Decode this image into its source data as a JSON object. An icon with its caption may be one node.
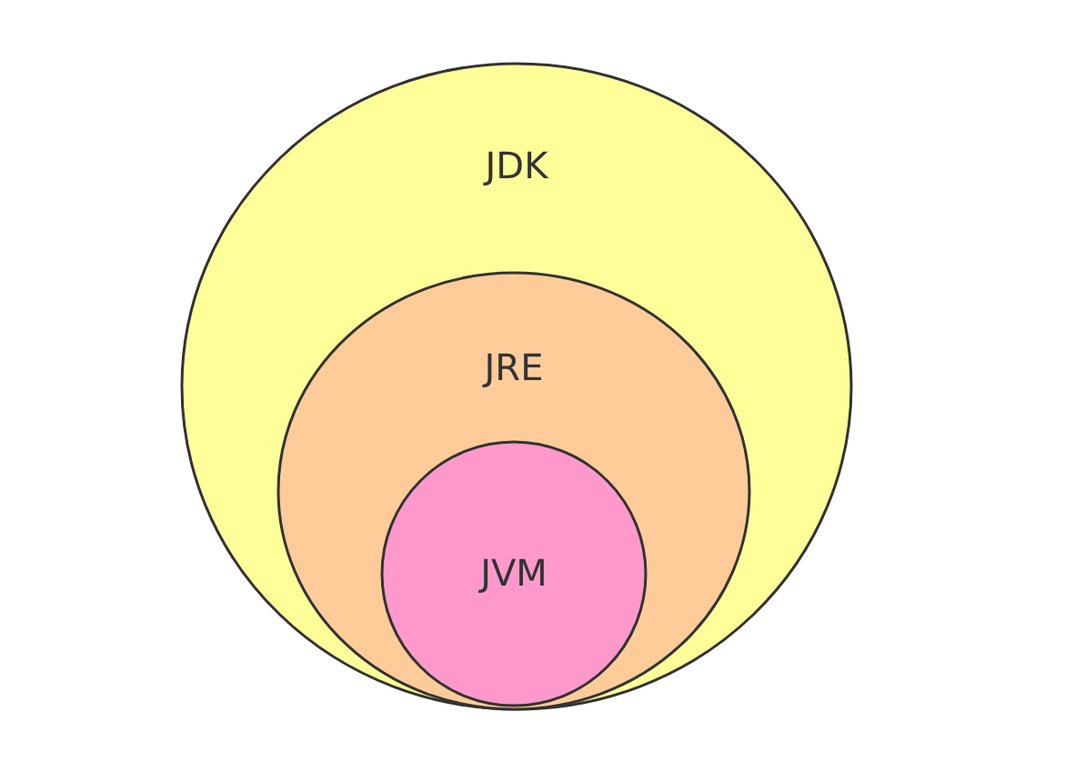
{
  "diagram": {
    "nodes": [
      {
        "text": [
          "JDK"
        ]
      },
      {
        "text": [
          "JRE"
        ],
        "in": 0
      },
      {
        "text": [
          "JVM"
        ],
        "in": 1
      }
    ]
  }
}
